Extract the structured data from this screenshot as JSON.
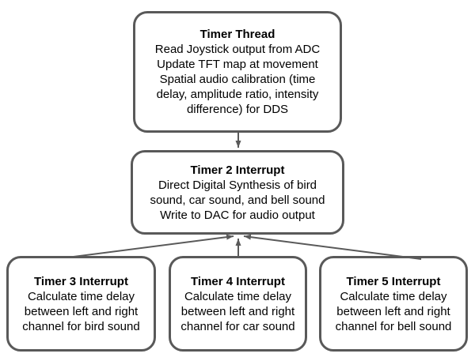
{
  "diagram": {
    "border_color": "#595959",
    "arrow_color": "#595959",
    "text_color": "#000000",
    "background_color": "#ffffff",
    "nodes": [
      {
        "id": "timer-thread",
        "title": "Timer Thread",
        "lines": [
          "Read Joystick output from ADC",
          "Update TFT map at movement",
          "Spatial audio calibration (time",
          "delay, amplitude ratio, intensity",
          "difference) for DDS"
        ]
      },
      {
        "id": "timer-2-interrupt",
        "title": "Timer 2 Interrupt",
        "lines": [
          "Direct Digital Synthesis of bird",
          "sound, car sound, and bell sound",
          "Write to DAC for audio output"
        ]
      },
      {
        "id": "timer-3-interrupt",
        "title": "Timer 3 Interrupt",
        "lines": [
          "Calculate time delay",
          "between left and right",
          "channel for bird sound"
        ]
      },
      {
        "id": "timer-4-interrupt",
        "title": "Timer 4 Interrupt",
        "lines": [
          "Calculate time delay",
          "between left and right",
          "channel for car sound"
        ]
      },
      {
        "id": "timer-5-interrupt",
        "title": "Timer 5 Interrupt",
        "lines": [
          "Calculate time delay",
          "between left and right",
          "channel for bell sound"
        ]
      }
    ],
    "edges": [
      {
        "from": "timer-thread",
        "to": "timer-2-interrupt"
      },
      {
        "from": "timer-3-interrupt",
        "to": "timer-2-interrupt"
      },
      {
        "from": "timer-4-interrupt",
        "to": "timer-2-interrupt"
      },
      {
        "from": "timer-5-interrupt",
        "to": "timer-2-interrupt"
      }
    ]
  }
}
